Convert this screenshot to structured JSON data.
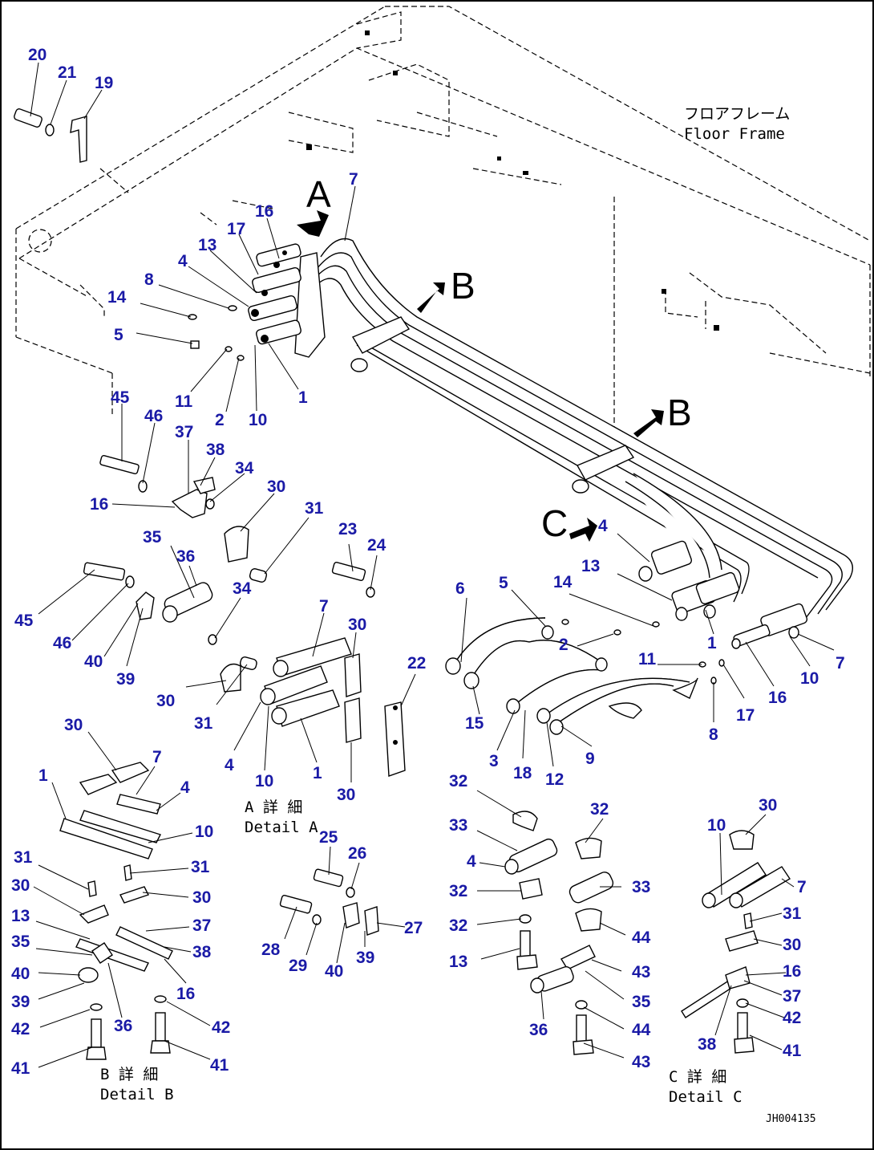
{
  "title": {
    "jp": "フロアフレーム",
    "en": "Floor Frame"
  },
  "view_letters": {
    "a": "A",
    "b1": "B",
    "b2": "B",
    "c": "C"
  },
  "details": {
    "a": {
      "jp": "A 詳 細",
      "en": "Detail A"
    },
    "b": {
      "jp": "B 詳 細",
      "en": "Detail B"
    },
    "c": {
      "jp": "C 詳 細",
      "en": "Detail C"
    }
  },
  "drawing_ref": "JH004135",
  "callouts": [
    "20",
    "21",
    "19",
    "7",
    "16",
    "17",
    "13",
    "4",
    "8",
    "14",
    "5",
    "11",
    "2",
    "10",
    "1",
    "45",
    "46",
    "37",
    "38",
    "16",
    "34",
    "30",
    "31",
    "35",
    "36",
    "23",
    "24",
    "45",
    "46",
    "40",
    "39",
    "34",
    "30",
    "31",
    "7",
    "30",
    "22",
    "4",
    "10",
    "1",
    "30",
    "6",
    "5",
    "14",
    "13",
    "4",
    "2",
    "11",
    "1",
    "7",
    "10",
    "16",
    "17",
    "8",
    "15",
    "3",
    "18",
    "12",
    "9",
    "30",
    "1",
    "7",
    "4",
    "10",
    "31",
    "31",
    "30",
    "30",
    "13",
    "37",
    "35",
    "38",
    "16",
    "40",
    "39",
    "36",
    "42",
    "42",
    "41",
    "41",
    "25",
    "26",
    "28",
    "29",
    "27",
    "40",
    "39",
    "32",
    "33",
    "32",
    "4",
    "33",
    "32",
    "44",
    "32",
    "43",
    "13",
    "35",
    "36",
    "44",
    "43",
    "10",
    "30",
    "7",
    "31",
    "30",
    "16",
    "37",
    "42",
    "38",
    "41"
  ],
  "colors": {
    "callout": "#1a1aa6",
    "line": "#000000"
  }
}
